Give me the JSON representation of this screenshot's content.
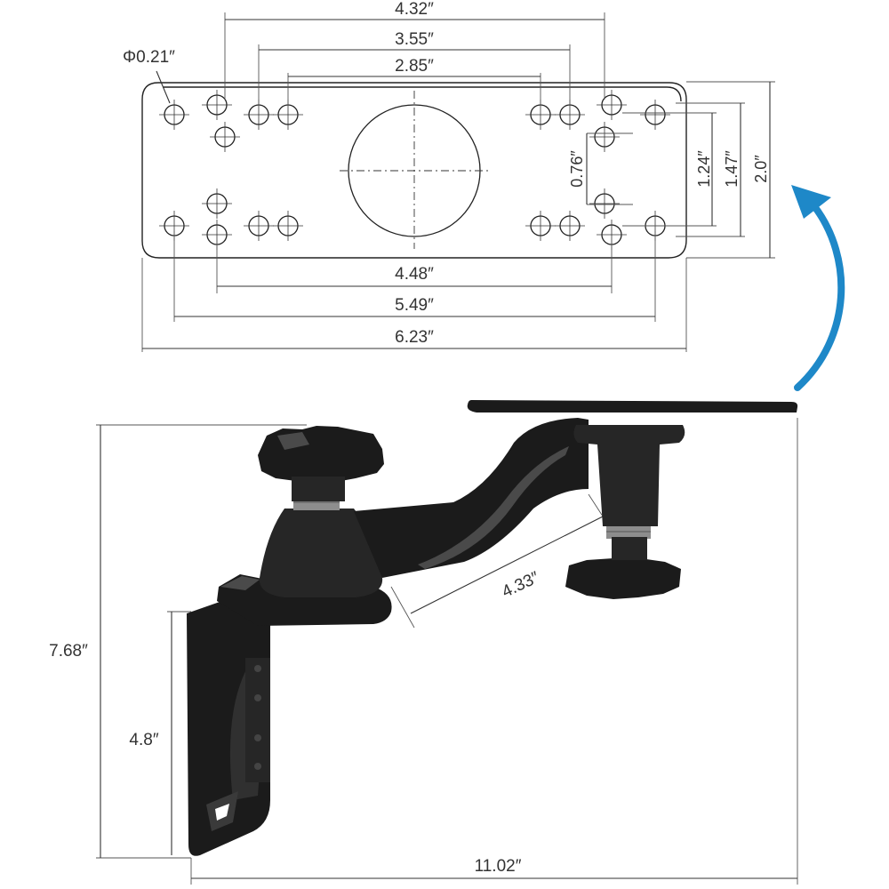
{
  "plate_dimensions": {
    "hole_diameter": "Φ0.21″",
    "top_outer_spacing": "4.32″",
    "top_middle_spacing": "3.55″",
    "top_inner_spacing": "2.85″",
    "bottom_inner_spacing": "4.48″",
    "bottom_middle_spacing": "5.49″",
    "plate_length": "6.23″",
    "vertical_inner": "0.76″",
    "vertical_middle": "1.24″",
    "vertical_outer": "1.47″",
    "plate_width": "2.0″"
  },
  "mount_dimensions": {
    "total_height": "7.68″",
    "bracket_height": "4.8″",
    "arm_length": "4.33″",
    "total_length": "11.02″"
  },
  "colors": {
    "arrow": "#1e88c8",
    "mount": "#1b1b1b",
    "lines": "#333333"
  },
  "icons": {
    "rotate_arrow": "curved-arrow-icon"
  }
}
